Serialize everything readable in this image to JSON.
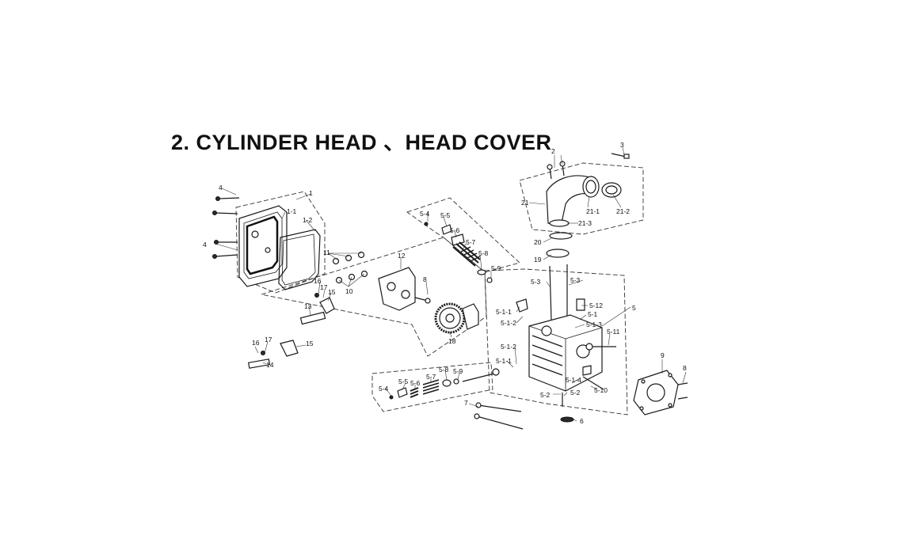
{
  "title": "2. CYLINDER HEAD 、HEAD COVER",
  "callouts": [
    "1",
    "1-1",
    "1-2",
    "2",
    "3",
    "4",
    "4",
    "5",
    "5-1",
    "5-1-1",
    "5-1-1",
    "5-1-2",
    "5-1-2",
    "5-1-3",
    "5-1-4",
    "5-2",
    "5-2",
    "5-3",
    "5-3",
    "5-4",
    "5-4",
    "5-5",
    "5-5",
    "5-6",
    "5-6",
    "5-7",
    "5-7",
    "5-8",
    "5-8",
    "5-9",
    "5-9",
    "5-10",
    "5-11",
    "5-12",
    "6",
    "7",
    "8",
    "8",
    "9",
    "10",
    "11",
    "12",
    "13",
    "14",
    "15",
    "15",
    "16",
    "16",
    "17",
    "17",
    "18",
    "19",
    "20",
    "21",
    "21-1",
    "21-2",
    "21-3"
  ],
  "colors": {
    "ink": "#111111",
    "background": "#ffffff"
  }
}
